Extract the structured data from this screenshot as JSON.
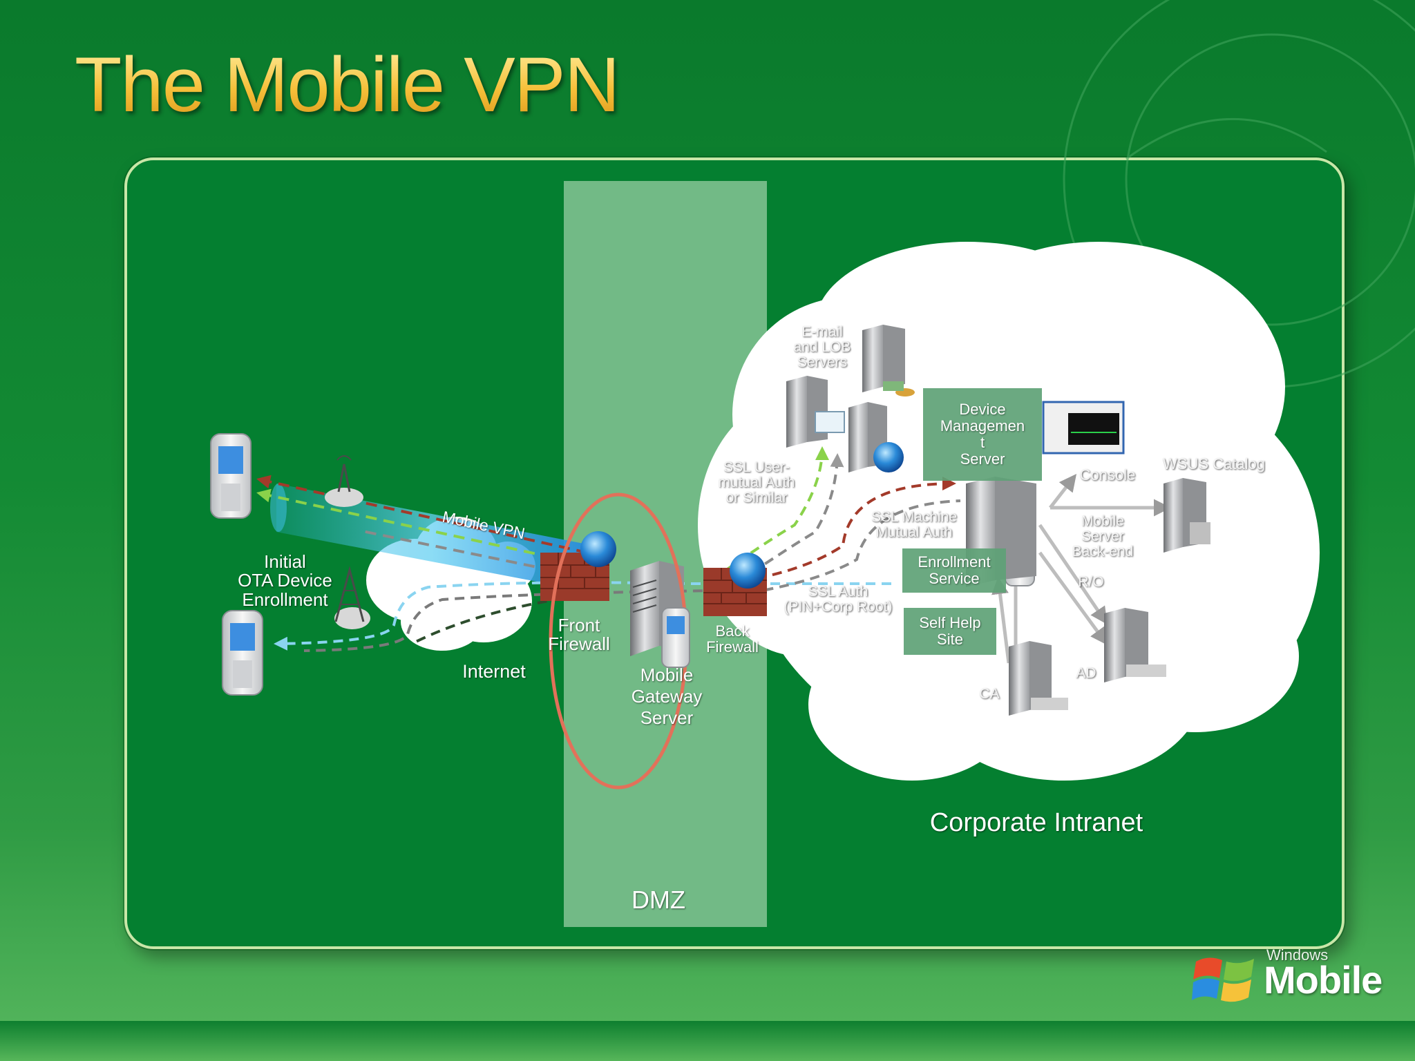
{
  "slide": {
    "title": "The Mobile VPN"
  },
  "zones": {
    "dmz": "DMZ",
    "internet": "Internet",
    "corporate": "Corporate Intranet"
  },
  "labels": {
    "initial_ota": "Initial\nOTA Device\nEnrollment",
    "mobile_vpn": "Mobile VPN",
    "front_firewall": "Front\nFirewall",
    "back_firewall": "Back\nFirewall",
    "mobile_gateway": "Mobile\nGateway\nServer",
    "email_lob": "E-mail\nand LOB\nServers",
    "ssl_user_auth": "SSL User-\nmutual Auth\nor Similar",
    "ssl_machine_auth": "SSL  Machine\nMutual Auth",
    "ssl_auth": "SSL  Auth\n(PIN+Corp Root)",
    "console": "Console",
    "wsus_catalog": "WSUS Catalog",
    "mobile_server_backend": "Mobile\nServer\nBack-end",
    "rw": "R/O",
    "ad": "AD",
    "ca": "CA"
  },
  "boxes": {
    "device_management": "Device\nManagemen\nt\nServer",
    "enrollment_service": "Enrollment\nService",
    "self_help_site": "Self Help\nSite"
  },
  "logo": {
    "small": "Windows",
    "big": "Mobile"
  },
  "colors": {
    "background": "#0a7a2c",
    "panel": "#047f30",
    "dmz_band": "#7cbf8e",
    "cloud": "#ffffff",
    "highlight_ellipse": "#e2715a",
    "arrow_red": "#a33a2a",
    "arrow_green": "#8ad24a",
    "arrow_cyan": "#8ad4f0",
    "arrow_grey": "#8a8a8a",
    "title_gold": "#f6c03a"
  }
}
